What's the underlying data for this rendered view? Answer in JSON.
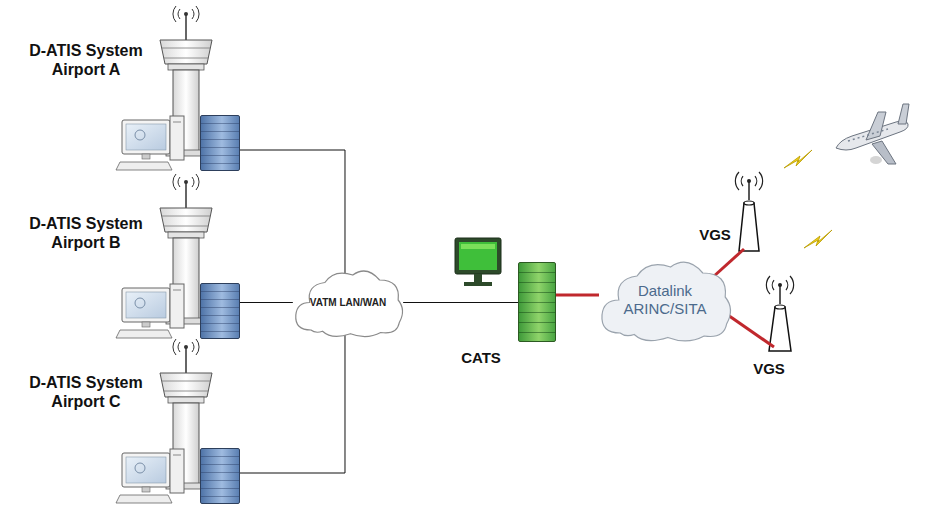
{
  "diagram": {
    "nodes": [
      {
        "text": [
          "D-ATIS System Airport A"
        ]
      },
      {
        "text": [
          "D-ATIS System Airport B"
        ]
      },
      {
        "text": [
          "D-ATIS System Airport C"
        ]
      },
      {
        "text": [
          "VATM LAN/WAN"
        ]
      },
      {
        "text": [
          "CATS"
        ]
      },
      {
        "text": [
          "Datalink ARINC/SITA"
        ]
      },
      {
        "text": [
          "VGS"
        ]
      },
      {
        "text": [
          "VGS"
        ]
      }
    ],
    "edges": [
      {
        "from": 0,
        "to": 3,
        "arrow": "none"
      },
      {
        "from": 1,
        "to": 3,
        "arrow": "none"
      },
      {
        "from": 2,
        "to": 3,
        "arrow": "none"
      },
      {
        "from": 3,
        "to": 4,
        "arrow": "none"
      },
      {
        "from": 4,
        "to": 5,
        "arrow": "none"
      },
      {
        "from": 5,
        "to": 6,
        "arrow": "none"
      },
      {
        "from": 5,
        "to": 7,
        "arrow": "none"
      }
    ]
  }
}
